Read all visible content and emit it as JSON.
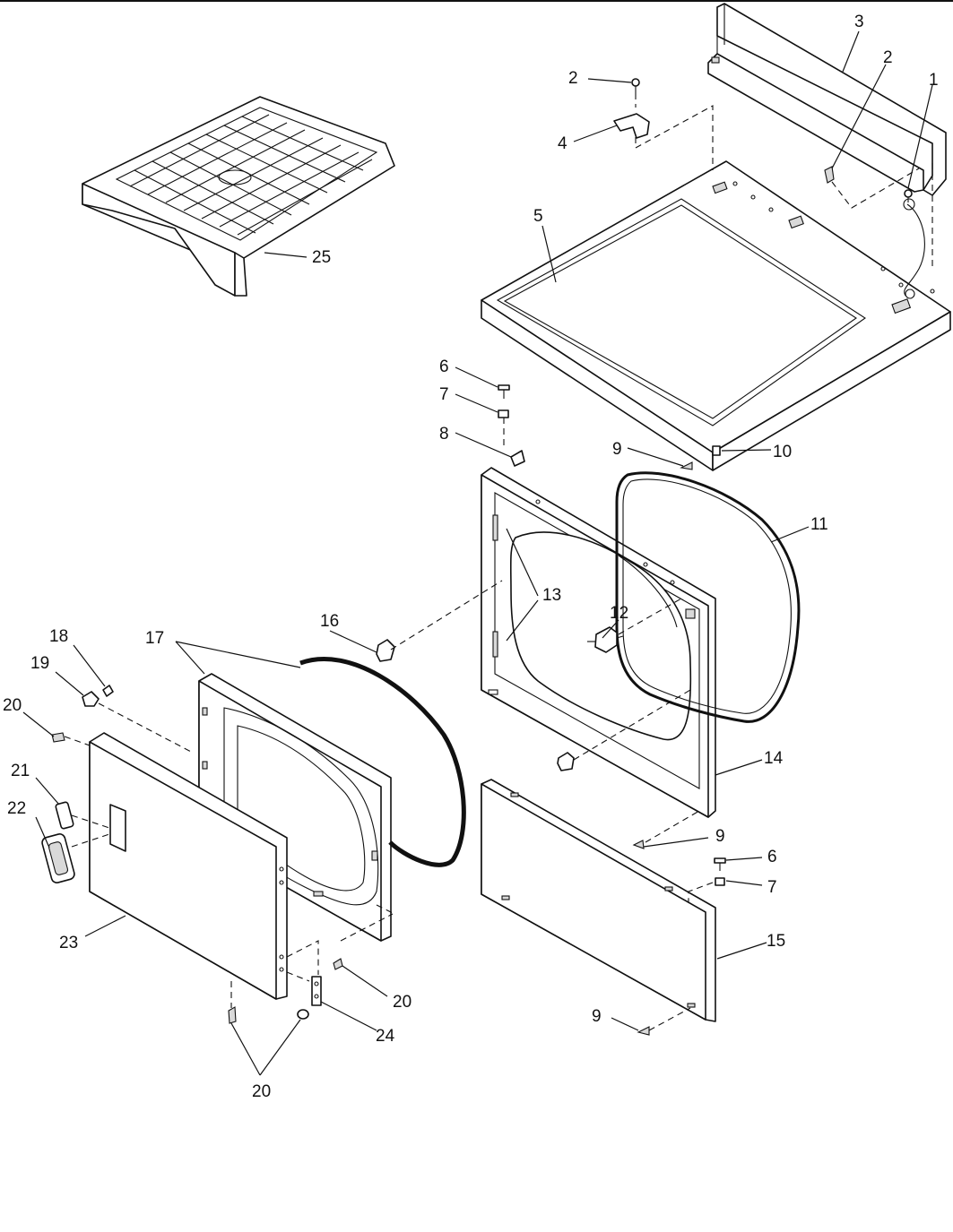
{
  "callouts": [
    {
      "id": "c1",
      "text": "1"
    },
    {
      "id": "c2a",
      "text": "2"
    },
    {
      "id": "c2b",
      "text": "2"
    },
    {
      "id": "c3",
      "text": "3"
    },
    {
      "id": "c4",
      "text": "4"
    },
    {
      "id": "c5",
      "text": "5"
    },
    {
      "id": "c6a",
      "text": "6"
    },
    {
      "id": "c6b",
      "text": "6"
    },
    {
      "id": "c7a",
      "text": "7"
    },
    {
      "id": "c7b",
      "text": "7"
    },
    {
      "id": "c8",
      "text": "8"
    },
    {
      "id": "c9a",
      "text": "9"
    },
    {
      "id": "c9b",
      "text": "9"
    },
    {
      "id": "c9c",
      "text": "9"
    },
    {
      "id": "c10",
      "text": "10"
    },
    {
      "id": "c11",
      "text": "11"
    },
    {
      "id": "c12",
      "text": "12"
    },
    {
      "id": "c13",
      "text": "13"
    },
    {
      "id": "c14",
      "text": "14"
    },
    {
      "id": "c15",
      "text": "15"
    },
    {
      "id": "c16",
      "text": "16"
    },
    {
      "id": "c17",
      "text": "17"
    },
    {
      "id": "c18",
      "text": "18"
    },
    {
      "id": "c19",
      "text": "19"
    },
    {
      "id": "c20a",
      "text": "20"
    },
    {
      "id": "c20b",
      "text": "20"
    },
    {
      "id": "c20c",
      "text": "20"
    },
    {
      "id": "c21",
      "text": "21"
    },
    {
      "id": "c22",
      "text": "22"
    },
    {
      "id": "c23",
      "text": "23"
    },
    {
      "id": "c24",
      "text": "24"
    },
    {
      "id": "c25",
      "text": "25"
    }
  ]
}
